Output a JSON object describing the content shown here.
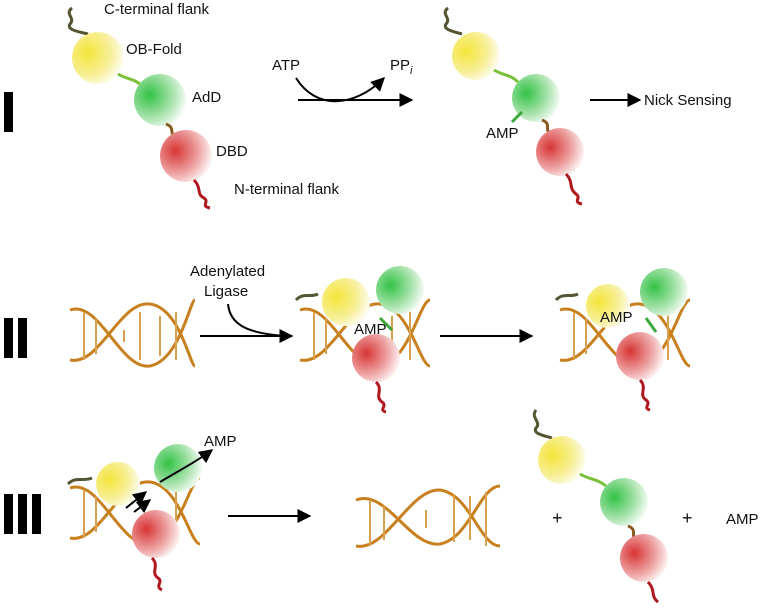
{
  "stages": [
    {
      "numeral": "I"
    },
    {
      "numeral": "II"
    },
    {
      "numeral": "III"
    }
  ],
  "labels": {
    "c_terminal_flank": "C-terminal flank",
    "ob_fold": "OB-Fold",
    "add": "AdD",
    "dbd": "DBD",
    "n_terminal_flank": "N-terminal flank",
    "atp": "ATP",
    "pp": "PP",
    "pp_subscript": "i",
    "amp_stage1": "AMP",
    "nick_sensing": "Nick Sensing",
    "adenylated_ligase_line1": "Adenylated",
    "adenylated_ligase_line2": "Ligase",
    "amp_stage2a": "AMP",
    "amp_stage2b": "AMP",
    "amp_released": "AMP",
    "plus_1": "+",
    "plus_2": "+",
    "amp_final": "AMP"
  },
  "colors": {
    "ob_fold": "#f2e23a",
    "add": "#3cc84a",
    "dbd": "#d93a3a",
    "dna_backbone": "#c8801e",
    "flank_c": "#555533",
    "flank_n": "#b01820",
    "linker": "#7abf3a"
  }
}
